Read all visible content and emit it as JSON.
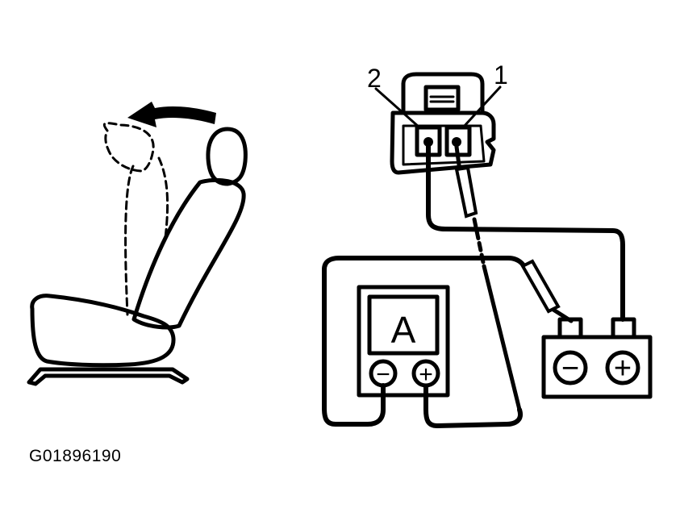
{
  "labels": {
    "terminal_1": "1",
    "terminal_2": "2",
    "ammeter_letter": "A",
    "ammeter_minus": "−",
    "ammeter_plus": "+",
    "battery_minus": "−",
    "battery_plus": "+"
  },
  "figure_id": "G01896190",
  "icons": [
    "seat-icon",
    "recline-arrow-icon",
    "connector-icon",
    "ammeter-icon",
    "battery-icon"
  ]
}
